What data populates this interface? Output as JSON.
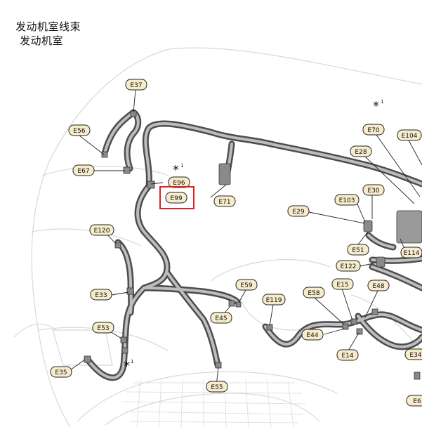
{
  "header": {
    "title": "发动机室线束",
    "subtitle": "发动机室"
  },
  "highlight_color": "#e02020",
  "connectors": [
    "E37",
    "E56",
    "E67",
    "E96",
    "E99",
    "E71",
    "E120",
    "E33",
    "E53",
    "E35",
    "E59",
    "E45",
    "E55",
    "E119",
    "E58",
    "E44",
    "E15",
    "E14",
    "E48",
    "E29",
    "E103",
    "E30",
    "E51",
    "E122",
    "E28",
    "E70",
    "E104",
    "E114",
    "E34",
    "E6"
  ],
  "highlighted_connector": "E99",
  "asterisk_symbol": "*",
  "asterisk_superscript": "1"
}
